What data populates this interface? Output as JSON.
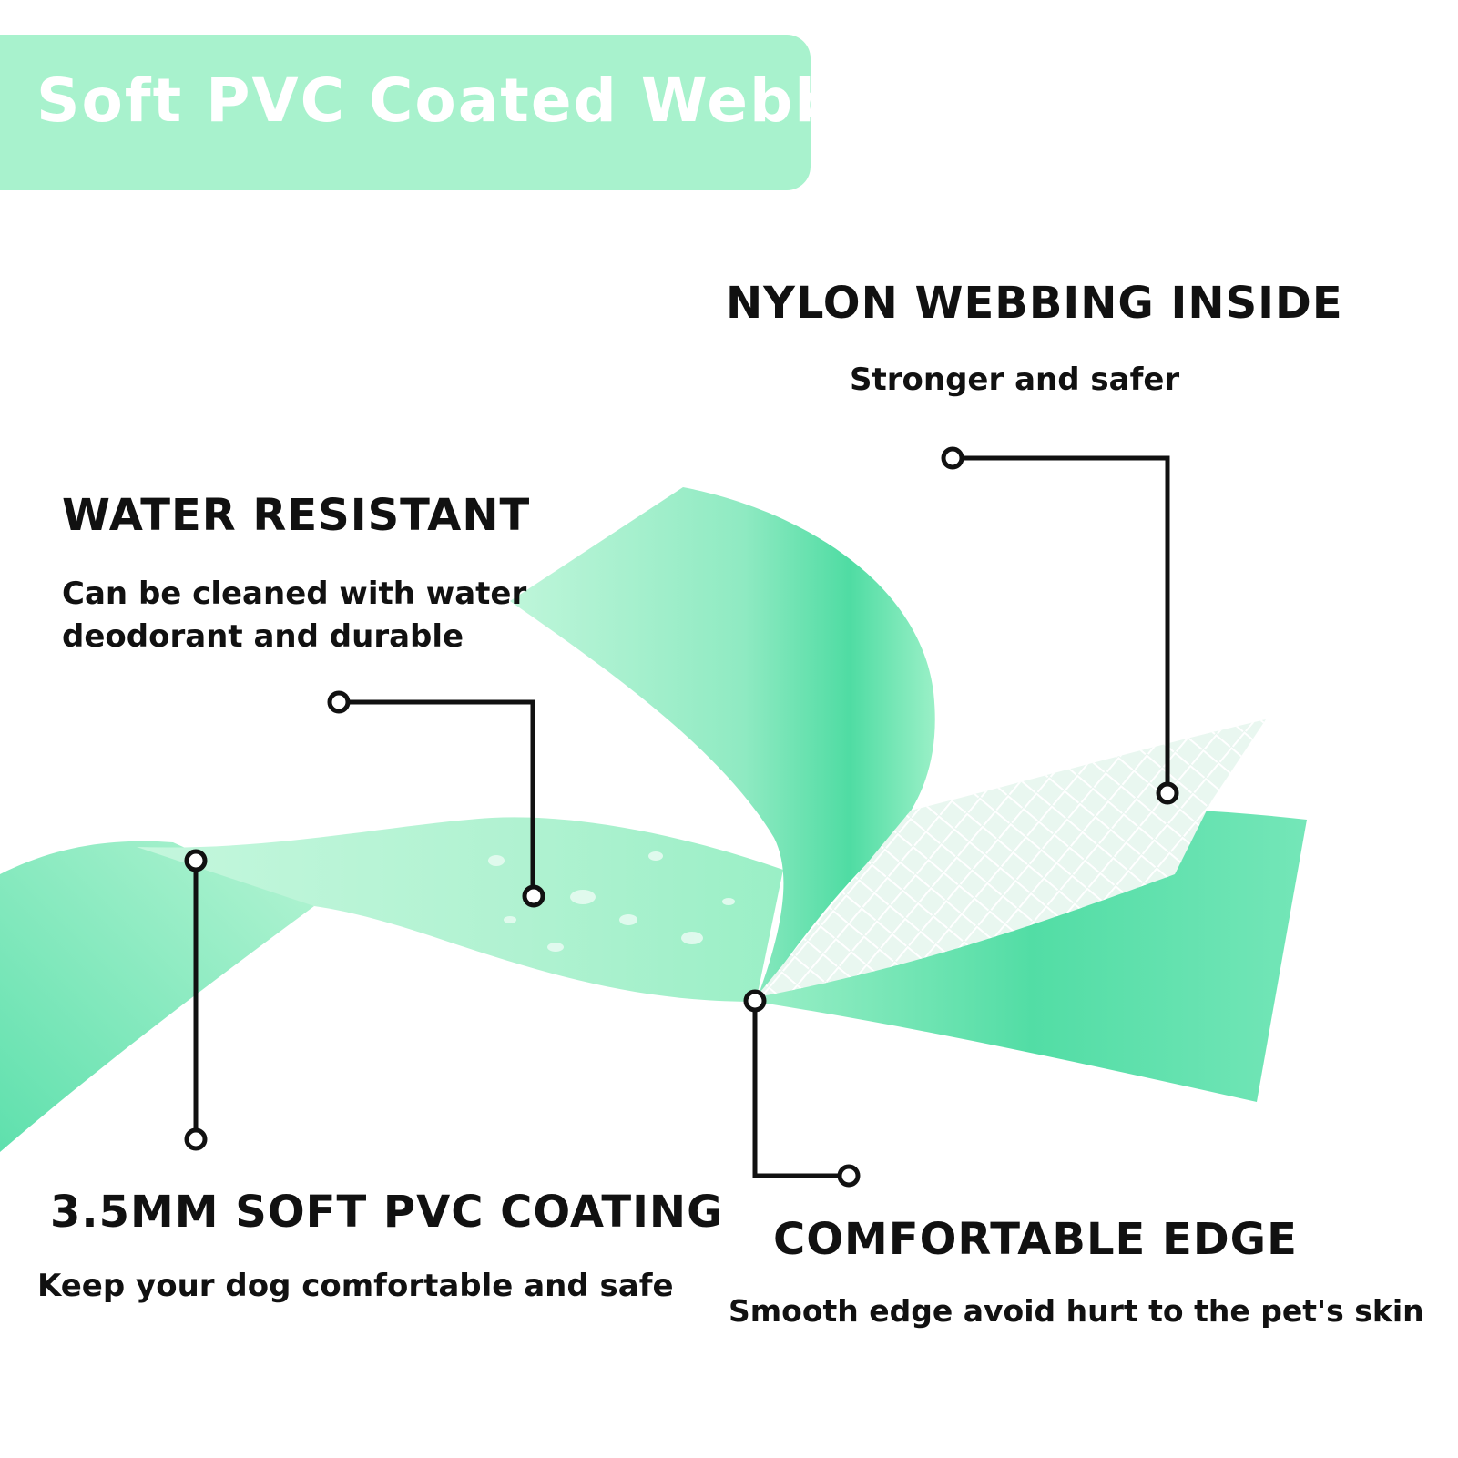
{
  "title": "Soft PVC Coated Webbing",
  "features": [
    {
      "id": "nylon",
      "heading": "NYLON WEBBING INSIDE",
      "lines": [
        "Stronger and safer"
      ]
    },
    {
      "id": "water",
      "heading": "WATER RESISTANT",
      "lines": [
        "Can be cleaned with water",
        "deodorant and durable"
      ]
    },
    {
      "id": "pvc",
      "heading": "3.5MM SOFT PVC COATING",
      "lines": [
        "Keep your dog comfortable and safe"
      ]
    },
    {
      "id": "edge",
      "heading": "COMFORTABLE EDGE",
      "lines": [
        "Smooth edge avoid hurt to the pet's skin"
      ]
    }
  ],
  "colors": {
    "banner": "#a8f2cd",
    "webbing_light": "#b9f5d6",
    "webbing_mid": "#7fe9bd",
    "webbing_dark": "#44d99e",
    "mesh": "#ffffff",
    "callout": "#111111"
  }
}
